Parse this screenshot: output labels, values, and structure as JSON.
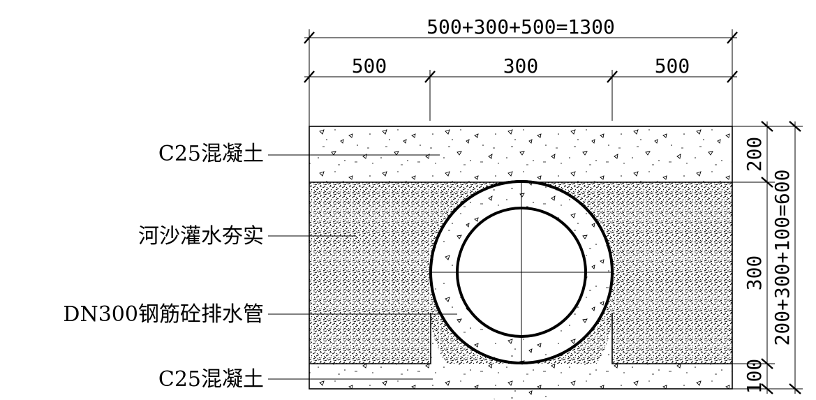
{
  "dimensions": {
    "overall_width": "500+300+500=1300",
    "left_width": "500",
    "center_width": "300",
    "right_width": "500",
    "top_layer_height": "200",
    "middle_layer_height": "300",
    "bottom_layer_height": "100",
    "overall_height": "200+300+100=600"
  },
  "labels": {
    "top_concrete": "C25混凝土",
    "sand_fill": "河沙灌水夯实",
    "pipe": "DN300钢筋砼排水管",
    "bottom_concrete": "C25混凝土"
  },
  "colors": {
    "line": "#000000",
    "background": "#ffffff"
  }
}
